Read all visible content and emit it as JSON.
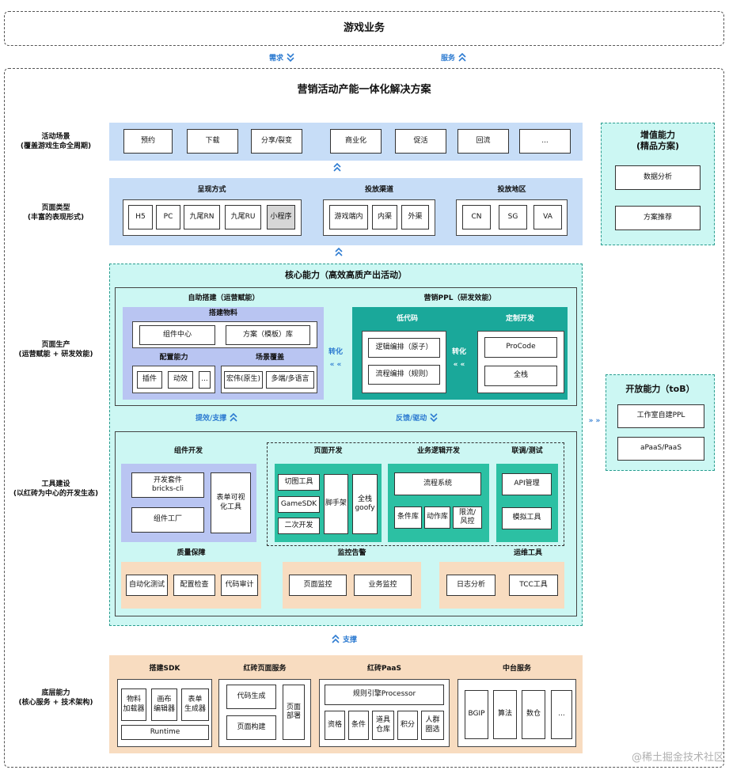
{
  "top": {
    "title": "游戏业务"
  },
  "links": {
    "demand": "需求",
    "service": "服务",
    "support": "支撑",
    "efficiency": "提效/支撑",
    "feedback": "反馈/驱动",
    "convert1": "转化",
    "convert2": "转化"
  },
  "main": {
    "title": "营销活动产能一体化解决方案"
  },
  "rows": {
    "scene": "活动场景\n(覆盖游戏生命全周期)",
    "pagetype": "页面类型\n(丰富的表现形式)",
    "production": "页面生产\n(运营赋能 + 研发效能)",
    "tools": "工具建设\n(以红砖为中心的开发生态)",
    "base": "底层能力\n(核心服务 + 技术架构)"
  },
  "scenes": [
    "预约",
    "下载",
    "分享/裂变",
    "商业化",
    "促活",
    "回流",
    "..."
  ],
  "pagetypes": {
    "present": {
      "title": "呈现方式",
      "items": [
        "H5",
        "PC",
        "九尾RN",
        "九尾RU",
        "小程序"
      ]
    },
    "channel": {
      "title": "投放渠道",
      "items": [
        "游戏端内",
        "内渠",
        "外渠"
      ]
    },
    "region": {
      "title": "投放地区",
      "items": [
        "CN",
        "SG",
        "VA"
      ]
    }
  },
  "core": {
    "title": "核心能力（高效高质产出活动）",
    "self": {
      "title": "自助搭建（运营赋能）",
      "material": "搭建物料",
      "mat_items": [
        "组件中心",
        "方案（模板）库"
      ],
      "config": "配置能力",
      "config_items": [
        "插件",
        "动效",
        "..."
      ],
      "scene": "场景覆盖",
      "scene_items": [
        "宏伟(原生)",
        "多端/多语言"
      ]
    },
    "ppl": {
      "title": "营销PPL（研发效能）",
      "lowcode": "低代码",
      "lowcode_items": [
        "逻辑编排（原子）",
        "流程编排（规则）"
      ],
      "custom": "定制开发",
      "custom_items": [
        "ProCode",
        "全栈"
      ]
    }
  },
  "tooling": {
    "comp": {
      "title": "组件开发",
      "kit": "开发套件\nbricks-cli",
      "factory": "组件工厂",
      "form": "表单可视\n化工具"
    },
    "page": {
      "title": "页面开发",
      "cut": "切图工具",
      "sdk": "GameSDK",
      "second": "二次开发",
      "scaffold": "脚手架",
      "fullstack": "全栈\ngoofy"
    },
    "logic": {
      "title": "业务逻辑开发",
      "flow": "流程系统",
      "cond": "条件库",
      "action": "动作库",
      "limit": "限流/\n风控"
    },
    "joint": {
      "title": "联调/测试",
      "api": "API管理",
      "mock": "模拟工具"
    },
    "quality": {
      "title": "质量保障",
      "items": [
        "自动化测试",
        "配置检查",
        "代码审计"
      ]
    },
    "monitor": {
      "title": "监控告警",
      "items": [
        "页面监控",
        "业务监控"
      ]
    },
    "ops": {
      "title": "运维工具",
      "items": [
        "日志分析",
        "TCC工具"
      ]
    }
  },
  "base": {
    "sdk": {
      "title": "搭建SDK",
      "items": [
        "物料\n加载器",
        "画布\n编辑器",
        "表单\n生成器"
      ],
      "runtime": "Runtime"
    },
    "page": {
      "title": "红砖页面服务",
      "codegen": "代码生成",
      "build": "页面构建",
      "deploy": "页面\n部署"
    },
    "paas": {
      "title": "红砖PaaS",
      "engine": "规则引擎Processor",
      "items": [
        "资格",
        "条件",
        "道具\n仓库",
        "积分",
        "人群\n圈选"
      ]
    },
    "middle": {
      "title": "中台服务",
      "items": [
        "BGIP",
        "算法",
        "数仓",
        "..."
      ]
    }
  },
  "value": {
    "title": "增值能力\n(精品方案)",
    "items": [
      "数据分析",
      "方案推荐"
    ]
  },
  "open": {
    "title": "开放能力（toB）",
    "items": [
      "工作室自建PPL",
      "aPaaS/PaaS"
    ]
  },
  "watermark": "@稀土掘金技术社区"
}
